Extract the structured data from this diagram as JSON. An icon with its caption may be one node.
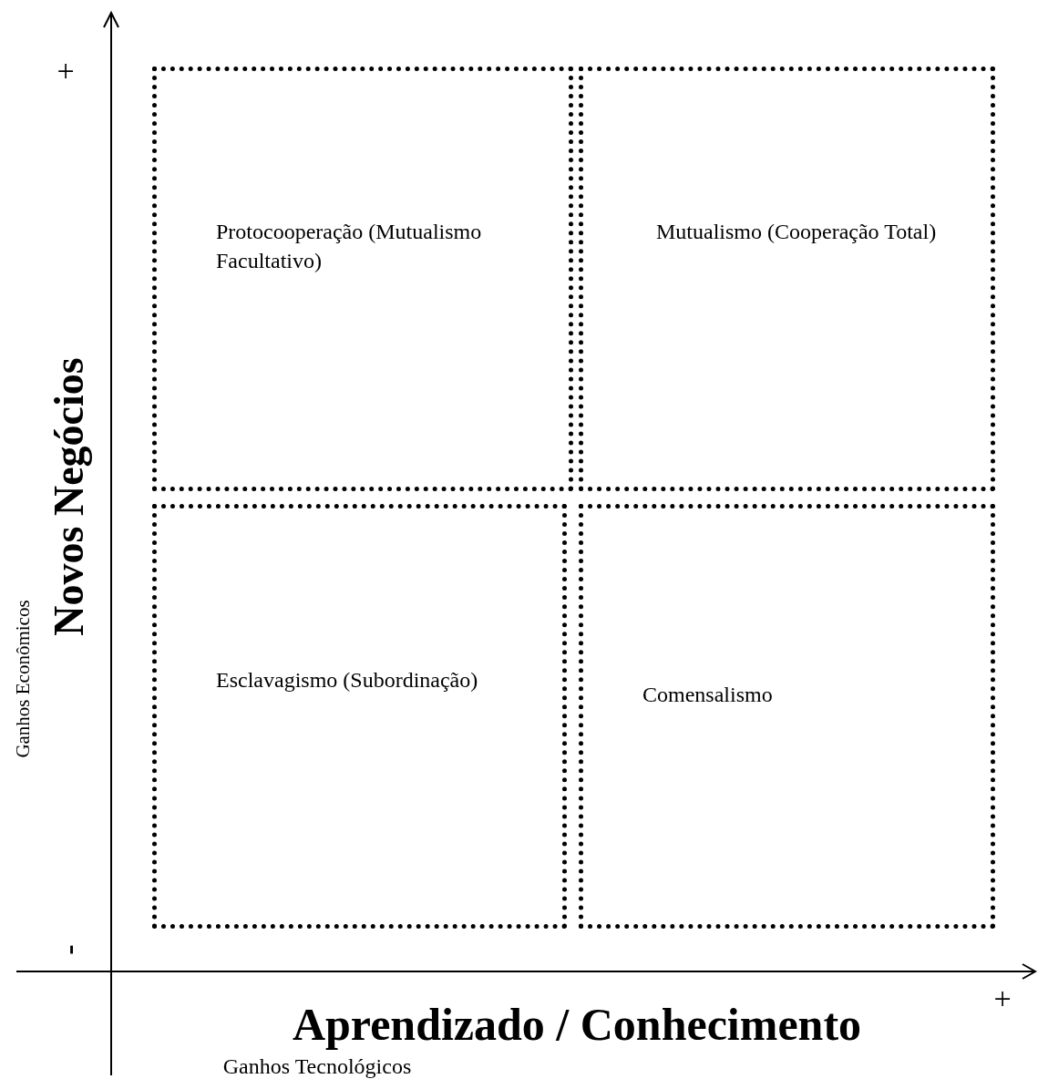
{
  "diagram": {
    "nodes": [
      {
        "text": [
          "Protocooperação (Mutualismo Facultativo)"
        ]
      },
      {
        "text": [
          "Mutualismo (Cooperação Total)"
        ]
      },
      {
        "text": [
          "Esclavagismo (Subordinação)"
        ]
      },
      {
        "text": [
          "Comensalismo"
        ]
      }
    ],
    "labels": [
      "+",
      "Novos Negócios",
      "Ganhos Econômicos",
      "-",
      "Aprendizado / Conhecimento",
      "+",
      "Ganhos Tecnológicos"
    ]
  }
}
